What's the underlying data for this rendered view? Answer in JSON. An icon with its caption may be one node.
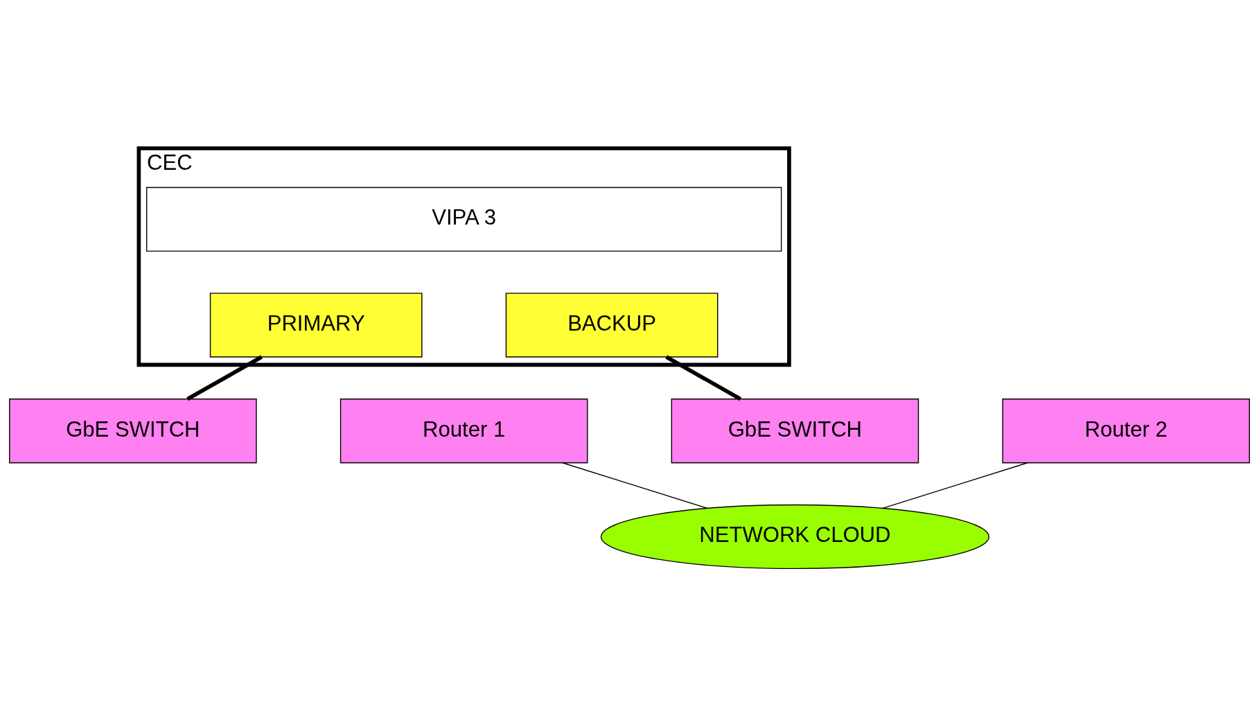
{
  "diagram": {
    "nodes": [
      {
        "text": [
          "CEC"
        ]
      },
      {
        "text": [
          "VIPA 3"
        ],
        "in": 0
      },
      {
        "text": [
          "PRIMARY"
        ],
        "in": 0
      },
      {
        "text": [
          "BACKUP"
        ],
        "in": 0
      },
      {
        "text": [
          "GbE SWITCH"
        ]
      },
      {
        "text": [
          "Router 1"
        ]
      },
      {
        "text": [
          "GbE SWITCH"
        ]
      },
      {
        "text": [
          "Router 2"
        ]
      },
      {
        "text": [
          "NETWORK CLOUD"
        ]
      }
    ],
    "edges": [
      {
        "from": 2,
        "to": 4,
        "arrow": "none",
        "style": "thick"
      },
      {
        "from": 3,
        "to": 6,
        "arrow": "none",
        "style": "thick"
      },
      {
        "from": 5,
        "to": 8,
        "arrow": "none"
      },
      {
        "from": 7,
        "to": 8,
        "arrow": "none"
      }
    ]
  }
}
